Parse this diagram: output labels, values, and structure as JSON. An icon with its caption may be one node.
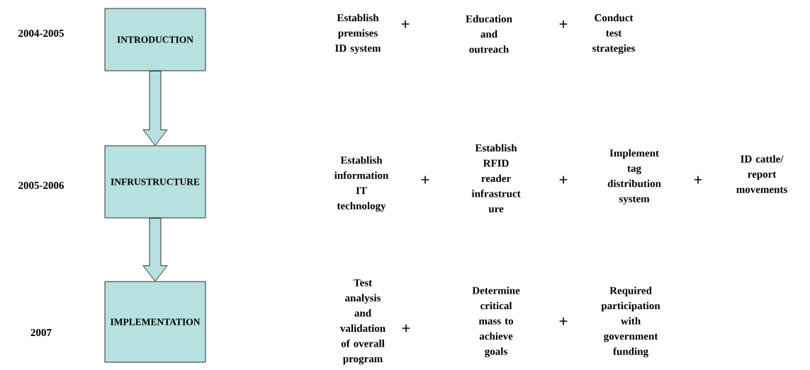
{
  "diagram": {
    "nodes": [
      {
        "text": [
          "INTRODUCTION"
        ]
      },
      {
        "text": [
          "INFRUSTRUCTURE"
        ]
      },
      {
        "text": [
          "IMPLEMENTATION"
        ]
      }
    ],
    "edges": [
      {
        "from": 0,
        "to": 1,
        "arrow": "to"
      },
      {
        "from": 1,
        "to": 2,
        "arrow": "to"
      }
    ],
    "labels": [
      "2004-2005",
      "Establish premises ID system",
      "+",
      "Education and outreach",
      "+",
      "Conduct test strategies",
      "2005-2006",
      "Establish information IT technology",
      "+",
      "Establish RFID reader infrastruct ure",
      "+",
      "Implement tag distribution system",
      "+",
      "ID cattle/ report movements",
      "2007",
      "Test analysis and validation of overall program",
      "+",
      "Determine critical mass to achieve goals",
      "+",
      "Required participation with government funding"
    ]
  }
}
